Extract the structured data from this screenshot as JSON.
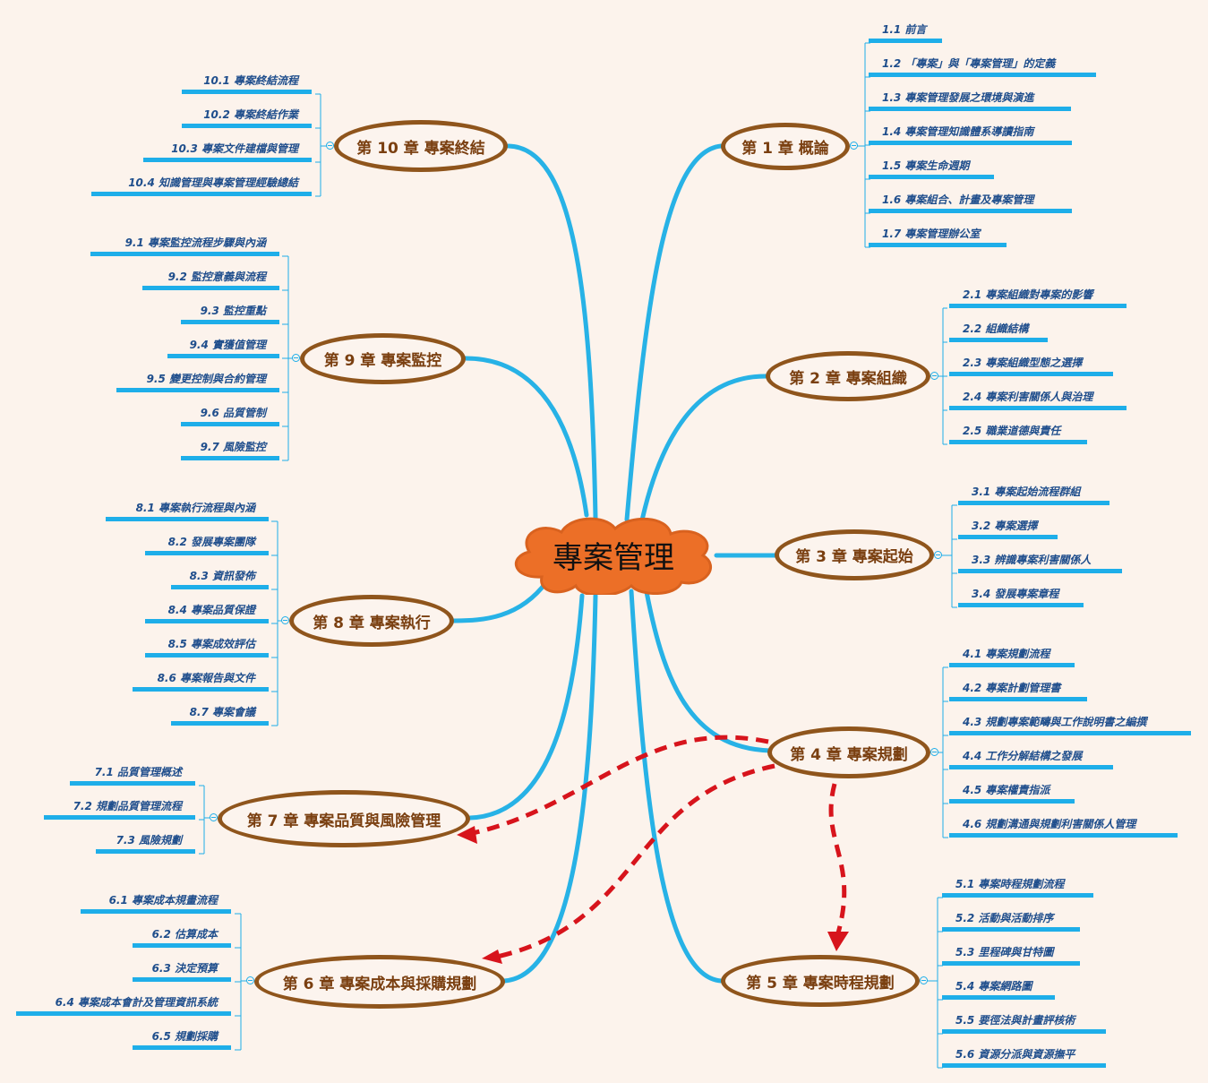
{
  "center": {
    "label": "專案管理",
    "fill": "#ec6f27"
  },
  "colors": {
    "background": "#fcf3ec",
    "branch_line": "#27b2e6",
    "topic_underline": "#1eaee9",
    "topic_text": "#1f4e8c",
    "chapter_border": "#8f551c",
    "chapter_text": "#7a3f10",
    "relation_arrow": "#d7141c"
  },
  "chapters": [
    {
      "id": "ch1",
      "label": "第 1 章  概論",
      "topics": [
        "1.1  前言",
        "1.2  「專案」與「專案管理」的定義",
        "1.3  專案管理發展之環境與演進",
        "1.4  專案管理知識體系導讀指南",
        "1.5  專案生命週期",
        "1.6  專案組合、計畫及專案管理",
        "1.7  專案管理辦公室"
      ]
    },
    {
      "id": "ch2",
      "label": "第 2 章  專案組織",
      "topics": [
        "2.1  專案組織對專案的影響",
        "2.2  組織結構",
        "2.3  專案組織型態之選擇",
        "2.4  專案利害關係人與治理",
        "2.5  職業道德與責任"
      ]
    },
    {
      "id": "ch3",
      "label": "第 3 章  專案起始",
      "topics": [
        "3.1  專案起始流程群組",
        "3.2  專案選擇",
        "3.3  辨識專案利害關係人",
        "3.4  發展專案章程"
      ]
    },
    {
      "id": "ch4",
      "label": "第 4 章  專案規劃",
      "topics": [
        "4.1  專案規劃流程",
        "4.2  專案計劃管理書",
        "4.3  規劃專案範疇與工作說明書之編撰",
        "4.4  工作分解結構之發展",
        "4.5  專案權責指派",
        "4.6  規劃溝通與規劃利害關係人管理"
      ]
    },
    {
      "id": "ch5",
      "label": "第 5 章  專案時程規劃",
      "topics": [
        "5.1  專案時程規劃流程",
        "5.2  活動與活動排序",
        "5.3  里程碑與甘特圖",
        "5.4  專案網路圖",
        "5.5  要徑法與計畫評核術",
        "5.6  資源分派與資源撫平"
      ]
    },
    {
      "id": "ch6",
      "label": "第 6 章  專案成本與採購規劃",
      "topics": [
        "6.1  專案成本規畫流程",
        "6.2  估算成本",
        "6.3  決定預算",
        "6.4  專案成本會計及管理資訊系統",
        "6.5  規劃採購"
      ]
    },
    {
      "id": "ch7",
      "label": "第 7 章  專案品質與風險管理",
      "topics": [
        "7.1  品質管理概述",
        "7.2  規劃品質管理流程",
        "7.3  風險規劃"
      ]
    },
    {
      "id": "ch8",
      "label": "第 8 章  專案執行",
      "topics": [
        "8.1  專案執行流程與內涵",
        "8.2  發展專案團隊",
        "8.3  資訊發佈",
        "8.4  專案品質保證",
        "8.5  專案成效評估",
        "8.6  專案報告與文件",
        "8.7  專案會議"
      ]
    },
    {
      "id": "ch9",
      "label": "第 9 章  專案監控",
      "topics": [
        "9.1  專案監控流程步驟與內涵",
        "9.2  監控意義與流程",
        "9.3  監控重點",
        "9.4  實獲值管理",
        "9.5  變更控制與合約管理",
        "9.6  品質管制",
        "9.7  風險監控"
      ]
    },
    {
      "id": "ch10",
      "label": "第 10 章  專案終結",
      "topics": [
        "10.1  專案終結流程",
        "10.2  專案終結作業",
        "10.3  專案文件建檔與管理",
        "10.4  知識管理與專案管理經驗總結"
      ]
    }
  ],
  "relationships": [
    {
      "from": "第 4 章  專案規劃",
      "to": "第 5 章  專案時程規劃"
    },
    {
      "from": "第 4 章  專案規劃",
      "to": "第 6 章  專案成本與採購規劃"
    },
    {
      "from": "第 4 章  專案規劃",
      "to": "第 7 章  專案品質與風險管理"
    }
  ]
}
